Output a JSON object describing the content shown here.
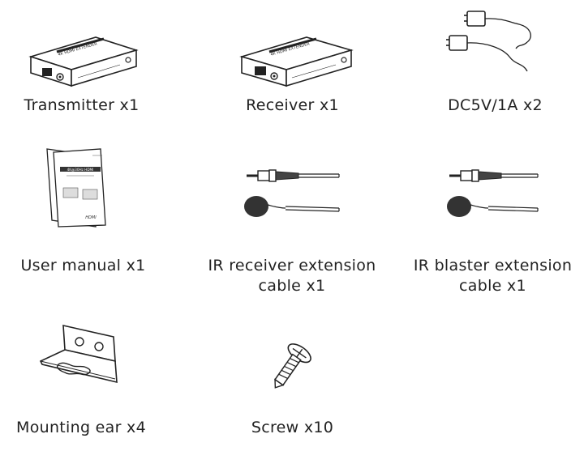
{
  "items": [
    {
      "label": "Transmitter x1",
      "icon": "transmitter-box"
    },
    {
      "label": "Receiver x1",
      "icon": "receiver-box"
    },
    {
      "label": "DC5V/1A x2",
      "icon": "power-adapter"
    },
    {
      "label": "User manual x1",
      "icon": "user-manual-booklet",
      "cover_title": "4K@30Hz HDMI",
      "cover_brand": "HDMI"
    },
    {
      "label_line1": "IR receiver extension",
      "label_line2": "cable x1",
      "icon": "ir-receiver-cable"
    },
    {
      "label_line1": "IR blaster extension",
      "label_line2": "cable x1",
      "icon": "ir-blaster-cable"
    },
    {
      "label": "Mounting ear x4",
      "icon": "mounting-ear"
    },
    {
      "label": "Screw x10",
      "icon": "screw"
    }
  ],
  "device_text": "4K HDMI EXTENDER"
}
